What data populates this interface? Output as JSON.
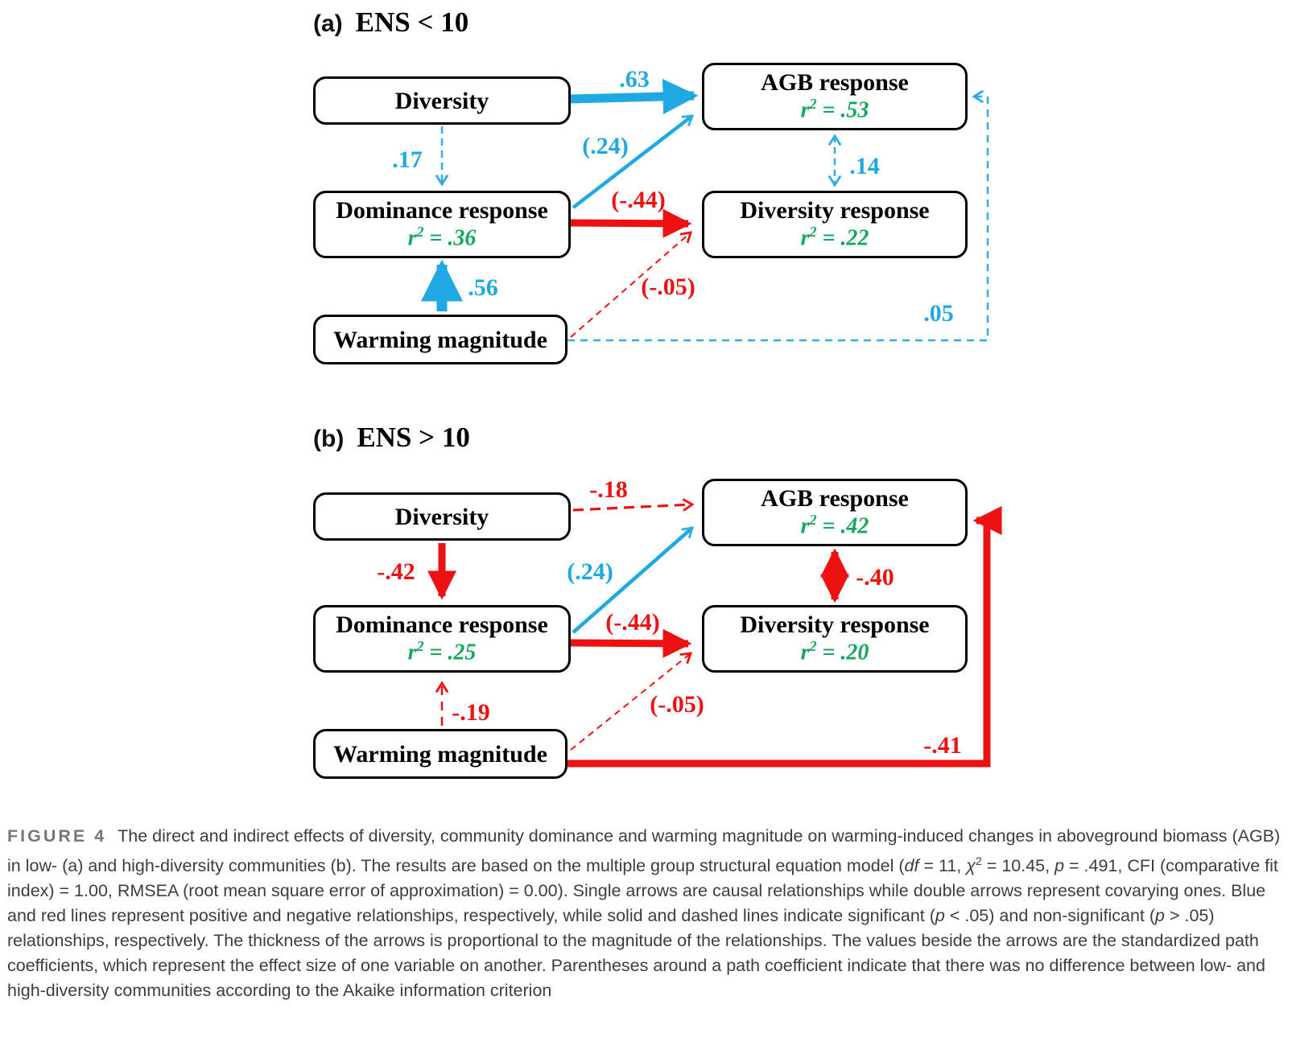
{
  "figure": {
    "panels": [
      {
        "id": "a",
        "label": "(a)",
        "title": "ENS < 10",
        "boxes": {
          "diversity": {
            "label": "Diversity"
          },
          "agb": {
            "label": "AGB response",
            "r2_sym": "r",
            "r2_sup": "2",
            "r2_val": " = .53"
          },
          "dominance": {
            "label": "Dominance response",
            "r2_sym": "r",
            "r2_sup": "2",
            "r2_val": " = .36"
          },
          "divresp": {
            "label": "Diversity response",
            "r2_sym": "r",
            "r2_sup": "2",
            "r2_val": " = .22"
          },
          "warming": {
            "label": "Warming magnitude"
          }
        },
        "coefficients": {
          "div_agb": ".63",
          "dom_agb": "(.24)",
          "div_dom": ".17",
          "dom_divresp": "(-.44)",
          "warm_divresp": "(-.05)",
          "warm_dom": ".56",
          "agb_divresp_cov": ".14",
          "warm_agb": ".05"
        }
      },
      {
        "id": "b",
        "label": "(b)",
        "title": "ENS > 10",
        "boxes": {
          "diversity": {
            "label": "Diversity"
          },
          "agb": {
            "label": "AGB response",
            "r2_sym": "r",
            "r2_sup": "2",
            "r2_val": " = .42"
          },
          "dominance": {
            "label": "Dominance response",
            "r2_sym": "r",
            "r2_sup": "2",
            "r2_val": " = .25"
          },
          "divresp": {
            "label": "Diversity response",
            "r2_sym": "r",
            "r2_sup": "2",
            "r2_val": " = .20"
          },
          "warming": {
            "label": "Warming magnitude"
          }
        },
        "coefficients": {
          "div_agb": "-.18",
          "div_dom": "-.42",
          "dom_agb": "(.24)",
          "dom_divresp": "(-.44)",
          "warm_divresp": "(-.05)",
          "warm_dom": "-.19",
          "agb_divresp_cov": "-.40",
          "warm_agb": "-.41"
        }
      }
    ]
  },
  "colors": {
    "positive_blue": "#1FA8E1",
    "negative_red": "#EE1111",
    "r2_green": "#16A75C"
  },
  "caption": {
    "segments": [
      "FIGURE 4",
      "The direct and indirect effects of diversity, community dominance and warming magnitude on warming-induced changes in aboveground biomass (AGB) in low- (a) and high-diversity communities (b). The results are based on the multiple group structural equation model (",
      "df",
      " = 11, ",
      "χ",
      "2",
      " = 10.45, ",
      "p",
      " = .491, CFI (comparative fit index) = 1.00, RMSEA (root mean square error of approximation) = 0.00). Single arrows are causal relationships while double arrows represent covarying ones. Blue and red lines represent positive and negative relationships, respectively, while solid and dashed lines indicate significant (",
      "p",
      " < .05) and non-significant (",
      "p",
      " > .05) relationships, respectively. The thickness of the arrows is proportional to the magnitude of the relationships. The values beside the arrows are the standardized path coefficients, which represent the effect size of one variable on another. Parentheses around a path coefficient indicate that there was no difference between low- and high-diversity communities according to the Akaike information criterion"
    ]
  }
}
